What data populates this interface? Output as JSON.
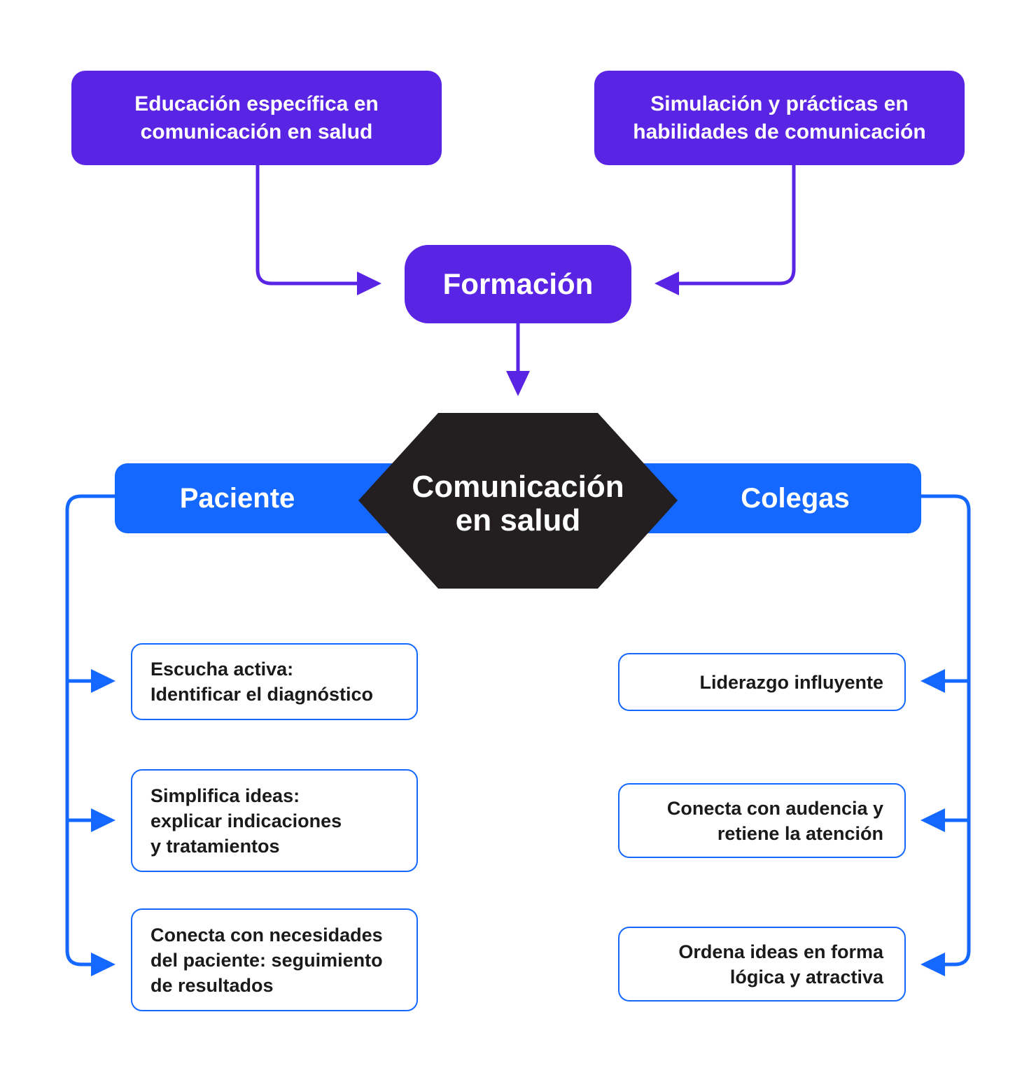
{
  "colors": {
    "purple": "#5a24e4",
    "blue": "#1467ff",
    "hexagon": "#231f20",
    "text_dark": "#1a1a1a"
  },
  "top_left_box": "Educación específica en\ncomunicación en salud",
  "top_right_box": "Simulación y prácticas en\nhabilidades de comunicación",
  "formacion": "Formación",
  "center": "Comunicación\nen salud",
  "left_header": "Paciente",
  "right_header": "Colegas",
  "left_items": [
    "Escucha activa:\nIdentificar el diagnóstico",
    "Simplifica ideas:\nexplicar indicaciones\ny tratamientos",
    "Conecta con necesidades\ndel paciente: seguimiento\nde resultados"
  ],
  "right_items": [
    "Liderazgo influyente",
    "Conecta con audencia y\nretiene la atención",
    "Ordena ideas en forma\nlógica y atractiva"
  ]
}
